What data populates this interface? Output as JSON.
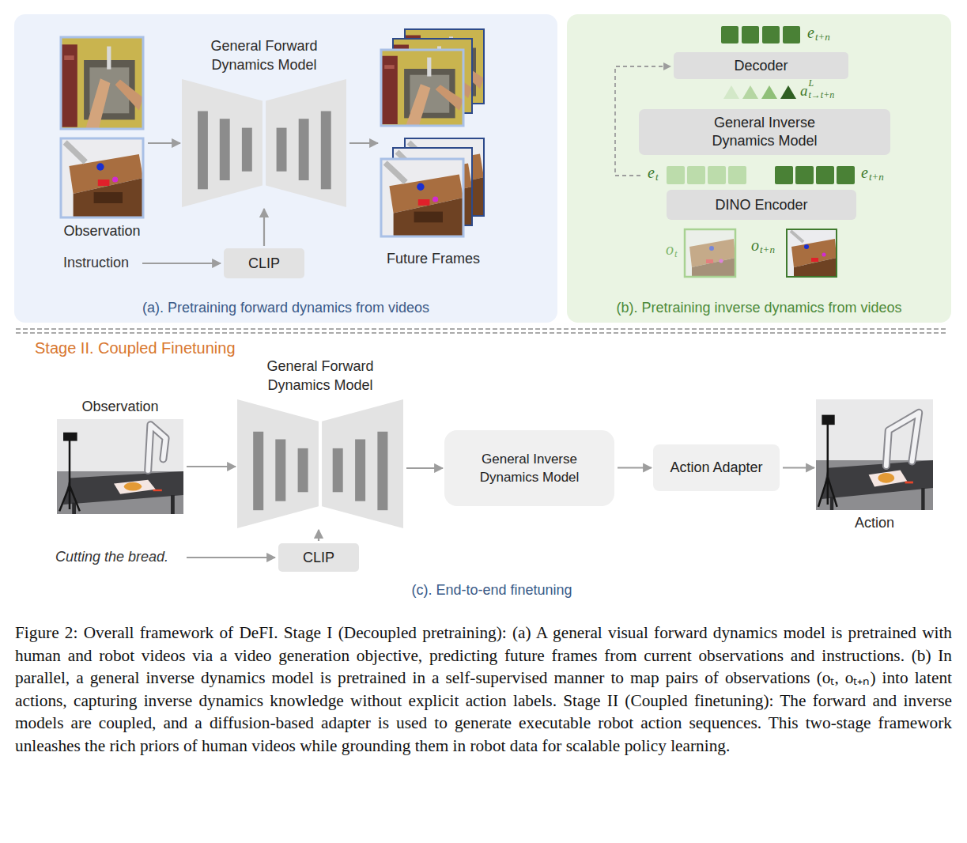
{
  "diagram": {
    "caption": "Figure 2: Overall framework of DeFI. Stage I (Decoupled pretraining): (a) A general visual forward dynamics model is pretrained with human and robot videos via a video generation objective, predicting future frames from current observations and instructions. (b) In parallel, a general inverse dynamics model is pretrained in a self-supervised manner to map pairs of observations (oₜ, oₜ₊ₙ) into latent actions, capturing inverse dynamics knowledge without explicit action labels. Stage II (Coupled finetuning): The forward and inverse models are coupled, and a diffusion-based adapter is used to generate executable robot action sequences. This two-stage framework unleashes the rich priors of human videos while grounding them in robot data for scalable policy learning.",
    "nodes": [
      {
        "text": [
          "(a). Pretraining forward dynamics from videos"
        ]
      },
      {
        "text": [
          "Observation"
        ],
        "in": 0
      },
      {
        "text": [
          "General Forward Dynamics Model"
        ],
        "in": 0
      },
      {
        "text": [
          "Future Frames"
        ],
        "in": 0
      },
      {
        "text": [
          "CLIP"
        ],
        "in": 0
      },
      {
        "text": [
          "(b). Pretraining inverse dynamics from videos"
        ]
      },
      {
        "text": [
          "Decoder"
        ],
        "in": 5
      },
      {
        "text": [
          "General Inverse Dynamics Model"
        ],
        "in": 5
      },
      {
        "text": [
          "DINO Encoder"
        ],
        "in": 5
      },
      {
        "text": [
          "Observation"
        ]
      },
      {
        "text": [
          "General Forward Dynamics Model"
        ]
      },
      {
        "text": [
          "CLIP"
        ]
      },
      {
        "text": [
          "General Inverse Dynamics Model"
        ]
      },
      {
        "text": [
          "Action Adapter"
        ]
      },
      {
        "text": [
          "Action"
        ]
      }
    ],
    "edges": [
      {
        "from": 1,
        "to": 2,
        "arrow": "to"
      },
      {
        "from": 2,
        "to": 3,
        "arrow": "to"
      },
      {
        "from": 4,
        "to": 2,
        "arrow": "to"
      },
      {
        "from": 9,
        "to": 10,
        "arrow": "to"
      },
      {
        "from": 10,
        "to": 12,
        "arrow": "to"
      },
      {
        "from": 12,
        "to": 13,
        "arrow": "to"
      },
      {
        "from": 13,
        "to": 14,
        "arrow": "to"
      },
      {
        "from": 11,
        "to": 10,
        "arrow": "to"
      }
    ],
    "labels": [
      "Instruction",
      "e",
      "t+n",
      "a",
      "L",
      "t→t+n",
      "e",
      "t",
      "e",
      "t+n",
      "o",
      "t",
      "o",
      "t+n",
      "Stage II. Coupled Finetuning",
      "Cutting the bread.",
      "(c). End-to-end finetuning"
    ]
  }
}
